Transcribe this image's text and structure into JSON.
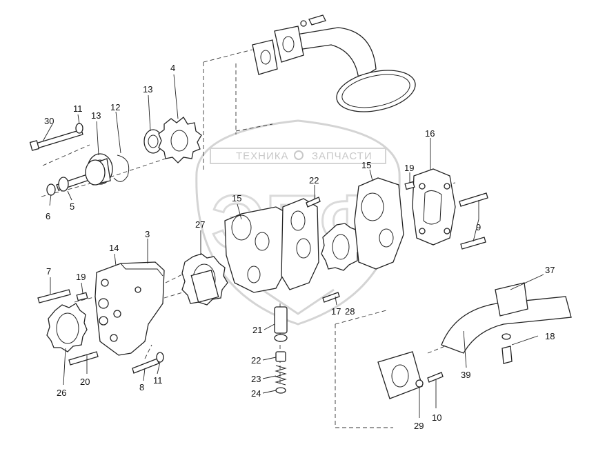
{
  "watermark": {
    "left_text": "ТЕХНИКА",
    "right_text": "ЗАПЧАСТИ",
    "logo_letters": "ЭПФ"
  },
  "callouts": {
    "c30": "30",
    "c11a": "11",
    "c13a": "13",
    "c12": "12",
    "c13b": "13",
    "c4": "4",
    "c6": "6",
    "c5": "5",
    "c14": "14",
    "c3": "3",
    "c7": "7",
    "c19a": "19",
    "c26": "26",
    "c20": "20",
    "c8": "8",
    "c11b": "11",
    "c15a": "15",
    "c27": "27",
    "c22a": "22",
    "c15b": "15",
    "c19b": "19",
    "c16": "16",
    "c9": "9",
    "c17": "17",
    "c28": "28",
    "c21": "21",
    "c22b": "22",
    "c23": "23",
    "c24": "24",
    "c37": "37",
    "c18": "18",
    "c39": "39",
    "c29": "29",
    "c10": "10"
  }
}
